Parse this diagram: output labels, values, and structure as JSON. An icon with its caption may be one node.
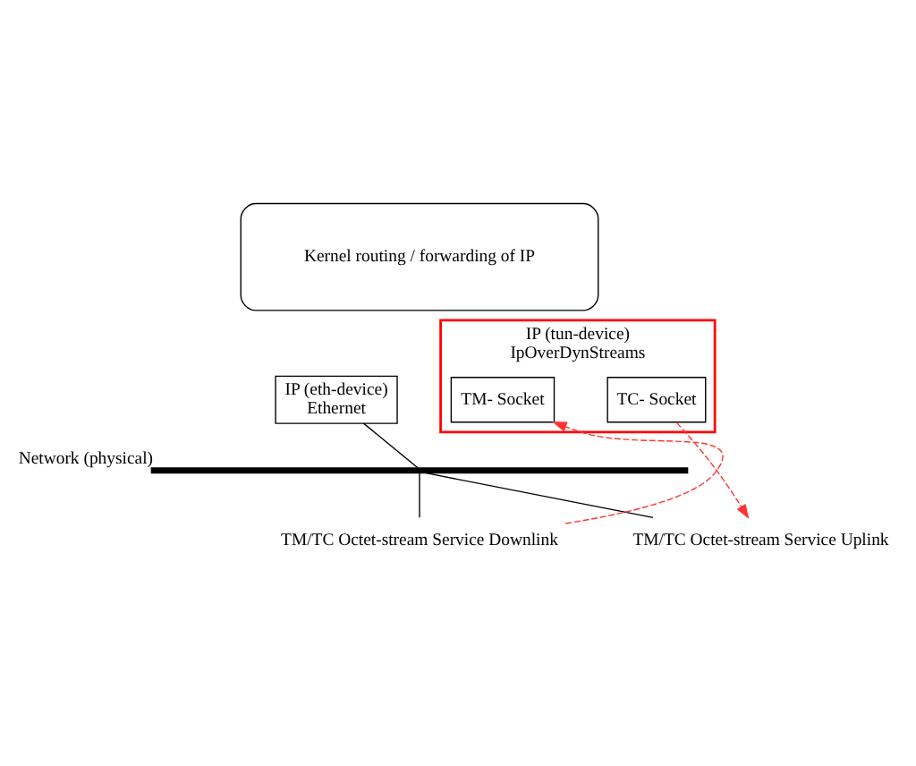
{
  "diagram": {
    "nodes": [
      {
        "text": [
          "Kernel routing / forwarding of IP"
        ]
      },
      {
        "text": [
          "IP (eth-device)",
          "Ethernet"
        ]
      },
      {
        "text": [
          "IP (tun-device)",
          "IpOverDynStreams"
        ]
      },
      {
        "text": [
          "TM- Socket"
        ],
        "in": 2
      },
      {
        "text": [
          "TC- Socket"
        ],
        "in": 2
      },
      {
        "text": [],
        "shape": "bar",
        "beside": [
          "Network (physical)"
        ]
      },
      {
        "text": [
          "TM/TC Octet-stream Service Downlink"
        ]
      },
      {
        "text": [
          "TM/TC Octet-stream Service Uplink"
        ]
      }
    ],
    "edges": [
      {
        "from": 1,
        "to": 5,
        "arrow": "none"
      },
      {
        "from": 5,
        "to": 6,
        "arrow": "none"
      },
      {
        "from": 5,
        "to": 7,
        "arrow": "none"
      },
      {
        "from": 6,
        "to": 3,
        "arrow": "to",
        "style": "dashed",
        "color": "#ff3333"
      },
      {
        "from": 4,
        "to": 7,
        "arrow": "to",
        "style": "dashed",
        "color": "#ff3333"
      }
    ]
  }
}
